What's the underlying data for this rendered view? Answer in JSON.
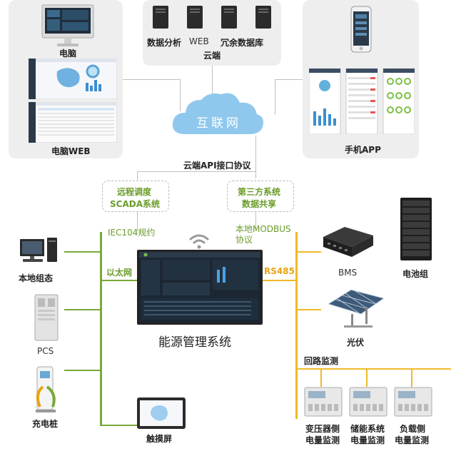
{
  "pc": {
    "label": "电脑"
  },
  "pc_web": {
    "label": "电脑WEB"
  },
  "cloud_servers": {
    "analysis": "数据分析",
    "web": "WEB",
    "redundant_db": "冗余数据库",
    "title": "云端"
  },
  "mobile": {
    "label": "手机APP"
  },
  "cloud": {
    "label": "互联网"
  },
  "cloud_api": {
    "label": "云端API接口协议"
  },
  "remote_box": {
    "line1": "远程调度",
    "line2": "SCADA系统"
  },
  "third_box": {
    "line1": "第三方系统",
    "line2": "数据共享"
  },
  "iec_label": "IEC104规约",
  "modbus_label": {
    "line1": "本地MODBUS",
    "line2": "协议"
  },
  "ethernet_label": "以太网",
  "rs485_label": "RS485",
  "ems": {
    "label": "能源管理系统"
  },
  "left_devices": [
    "本地组态",
    "PCS",
    "充电桩"
  ],
  "touch_screen": {
    "label": "触摸屏"
  },
  "bms": {
    "label": "BMS"
  },
  "battery": {
    "label": "电池组"
  },
  "pv": {
    "label": "光伏"
  },
  "loop_monitor": {
    "label": "回路监测"
  },
  "meters": [
    {
      "line1": "变压器侧",
      "line2": "电量监测"
    },
    {
      "line1": "储能系统",
      "line2": "电量监测"
    },
    {
      "line1": "负载侧",
      "line2": "电量监测"
    }
  ],
  "colors": {
    "ethernet": "#7aa83a",
    "rs485": "#f0b92a",
    "cloud": "#8fc8ec",
    "panel": "#eeeeee"
  }
}
